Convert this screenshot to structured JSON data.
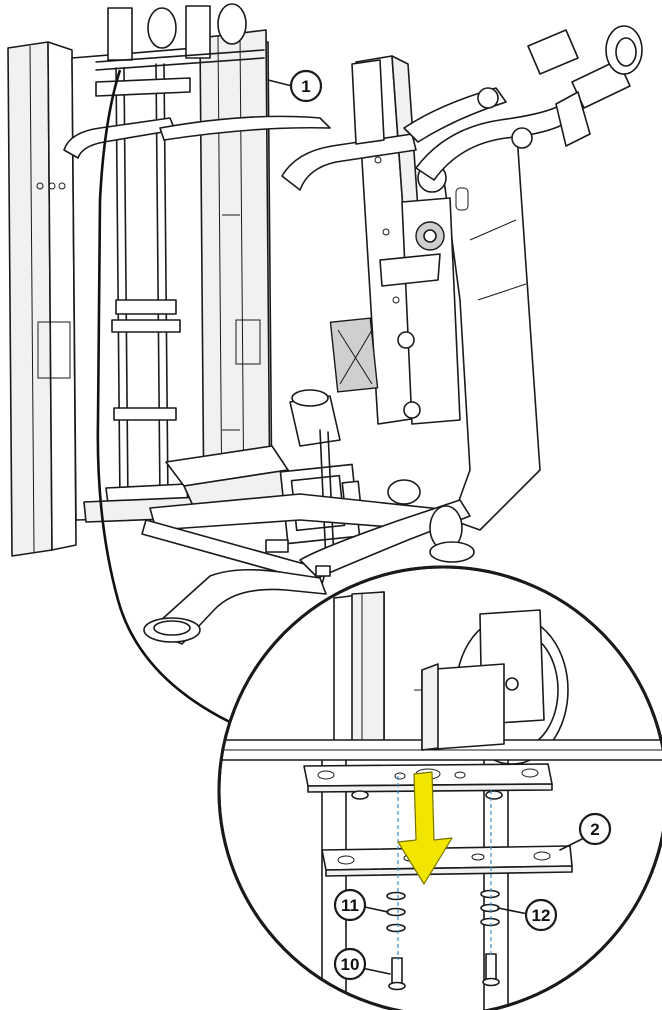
{
  "callouts": {
    "c1": "1",
    "c2": "2",
    "c10": "10",
    "c11": "11",
    "c12": "12"
  },
  "colors": {
    "arrow": "#f2e600",
    "arrow_outline": "#7a7300",
    "guide_line": "#3a8ec4",
    "line": "#1a1a1a"
  }
}
